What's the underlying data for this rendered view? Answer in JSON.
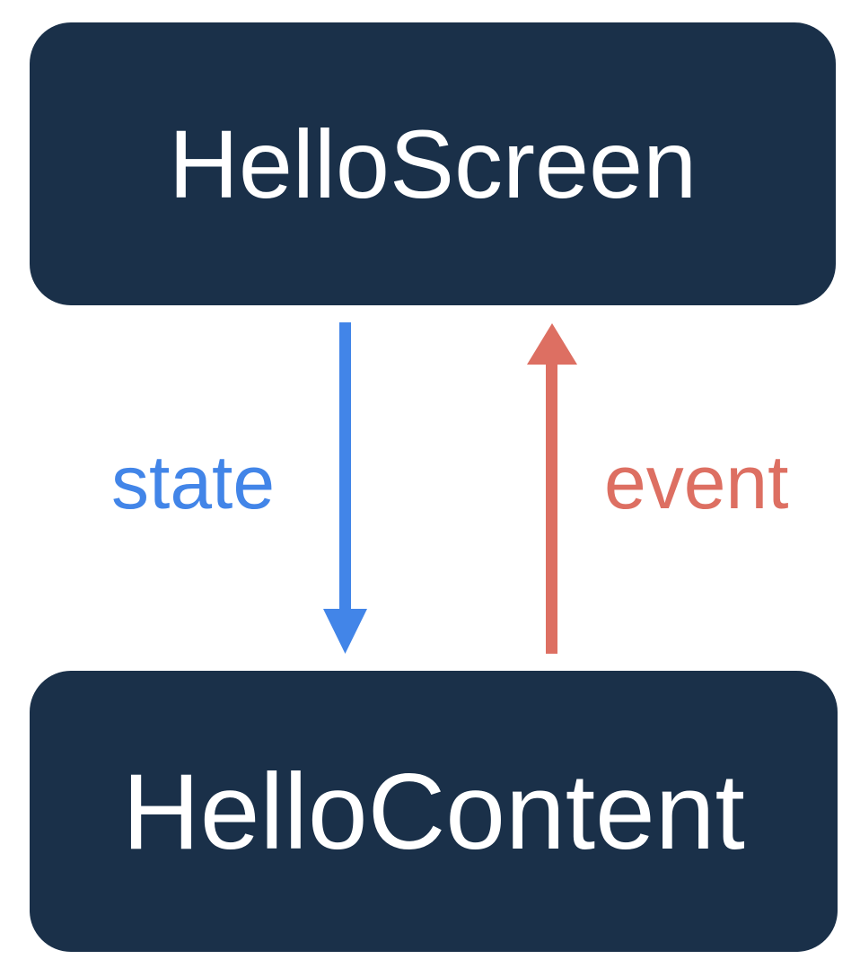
{
  "diagram": {
    "title": "HelloScreen / HelloContent state-event flow",
    "background_color": "#ffffff",
    "nodes": [
      {
        "id": "hello-screen",
        "label": "HelloScreen",
        "fill_color": "#1a3049",
        "text_color": "#ffffff"
      },
      {
        "id": "hello-content",
        "label": "HelloContent",
        "fill_color": "#1a3049",
        "text_color": "#ffffff"
      }
    ],
    "edges": [
      {
        "id": "state-edge",
        "label": "state",
        "color": "#4285e8",
        "direction": "down",
        "from": "hello-screen",
        "to": "hello-content"
      },
      {
        "id": "event-edge",
        "label": "event",
        "color": "#dd6f62",
        "direction": "up",
        "from": "hello-content",
        "to": "hello-screen"
      }
    ]
  }
}
